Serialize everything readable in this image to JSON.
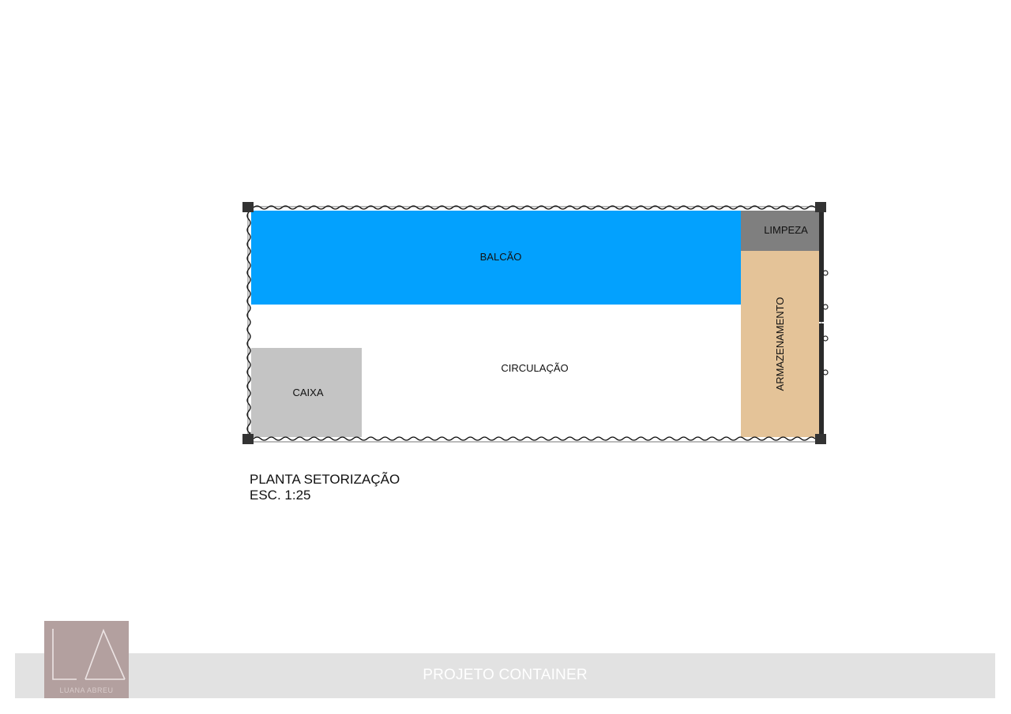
{
  "plan": {
    "zones": {
      "balcao": "BALCÃO",
      "circulacao": "CIRCULAÇÃO",
      "caixa": "CAIXA",
      "limpeza": "LIMPEZA",
      "armazenamento": "ARMAZENAMENTO"
    },
    "colors": {
      "balcao": "#03a1fe",
      "caixa": "#c4c4c4",
      "limpeza": "#7f7f7f",
      "armazenamento": "#e4c398",
      "wall": "#111111",
      "corner_post": "#333333"
    }
  },
  "caption": {
    "title": "PLANTA SETORIZAÇÃO",
    "scale": "ESC. 1:25"
  },
  "footer": {
    "title": "PROJETO CONTAINER",
    "logo_initials": "LA",
    "logo_name": "LUANA ABREU",
    "colors": {
      "band": "#e2e2e2",
      "logo_bg": "#b3a09f"
    }
  }
}
